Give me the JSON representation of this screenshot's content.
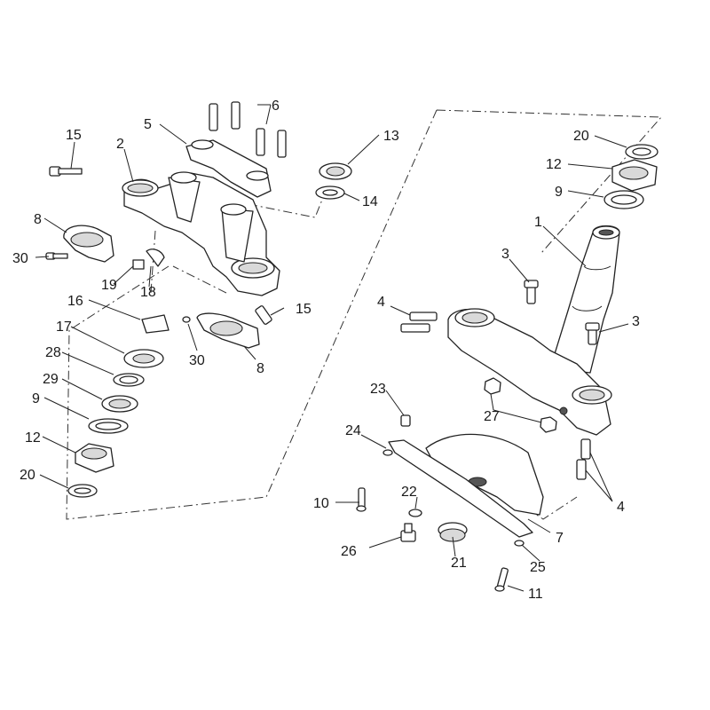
{
  "callouts": {
    "c1": "1",
    "c2": "2",
    "c3a": "3",
    "c3b": "3",
    "c4a": "4",
    "c4b": "4",
    "c5": "5",
    "c6": "6",
    "c7": "7",
    "c8a": "8",
    "c8b": "8",
    "c9a": "9",
    "c9b": "9",
    "c10": "10",
    "c11": "11",
    "c12a": "12",
    "c12b": "12",
    "c13": "13",
    "c14": "14",
    "c15a": "15",
    "c15b": "15",
    "c16": "16",
    "c17": "17",
    "c18": "18",
    "c19": "19",
    "c20a": "20",
    "c20b": "20",
    "c21": "21",
    "c22": "22",
    "c23": "23",
    "c24": "24",
    "c25": "25",
    "c26": "26",
    "c27": "27",
    "c28": "28",
    "c29": "29",
    "c30a": "30",
    "c30b": "30"
  }
}
